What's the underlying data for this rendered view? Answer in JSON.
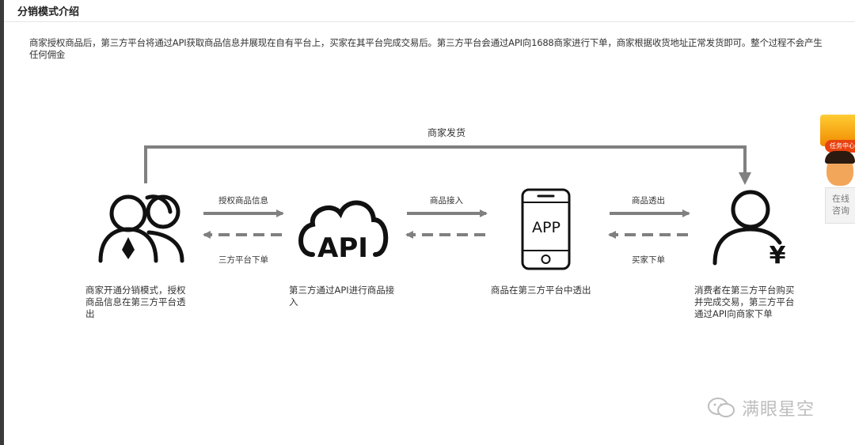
{
  "page": {
    "title": "分销模式介绍",
    "intro_line1": "商家授权商品后，第三方平台将通过API获取商品信息并展现在自有平台上，买家在其平台完成交易后。第三方平台会通过API向1688商家进行下单，商家根据收货地址正常发货即可。整个过程不会产生",
    "intro_line2": "任何佣金"
  },
  "flow": {
    "top_label": "商家发货",
    "arrows": [
      {
        "forward": "授权商品信息",
        "back": "三方平台下单"
      },
      {
        "forward": "商品接入",
        "back": ""
      },
      {
        "forward": "商品透出",
        "back": "买家下单"
      }
    ],
    "nodes": [
      {
        "icon": "merchant-group-icon",
        "desc_lines": [
          "商家开通分销模式，授权",
          "商品信息在第三方平台透",
          "出"
        ]
      },
      {
        "icon": "api-cloud-icon",
        "label": "API",
        "desc_lines": [
          "第三方通过API进行商品接",
          "入"
        ]
      },
      {
        "icon": "phone-app-icon",
        "label": "APP",
        "desc_lines": [
          "商品在第三方平台中透出"
        ]
      },
      {
        "icon": "consumer-yen-icon",
        "label": "¥",
        "desc_lines": [
          "消费者在第三方平台购买",
          "并完成交易，第三方平台",
          "通过API向商家下单"
        ]
      }
    ]
  },
  "side_widget": {
    "ribbon": "任务中心",
    "line1": "在线",
    "line2": "咨询"
  },
  "watermark": {
    "text": "满眼星空"
  },
  "colors": {
    "arrow": "#808080",
    "icon": "#111111",
    "accent": "#e8420f"
  }
}
